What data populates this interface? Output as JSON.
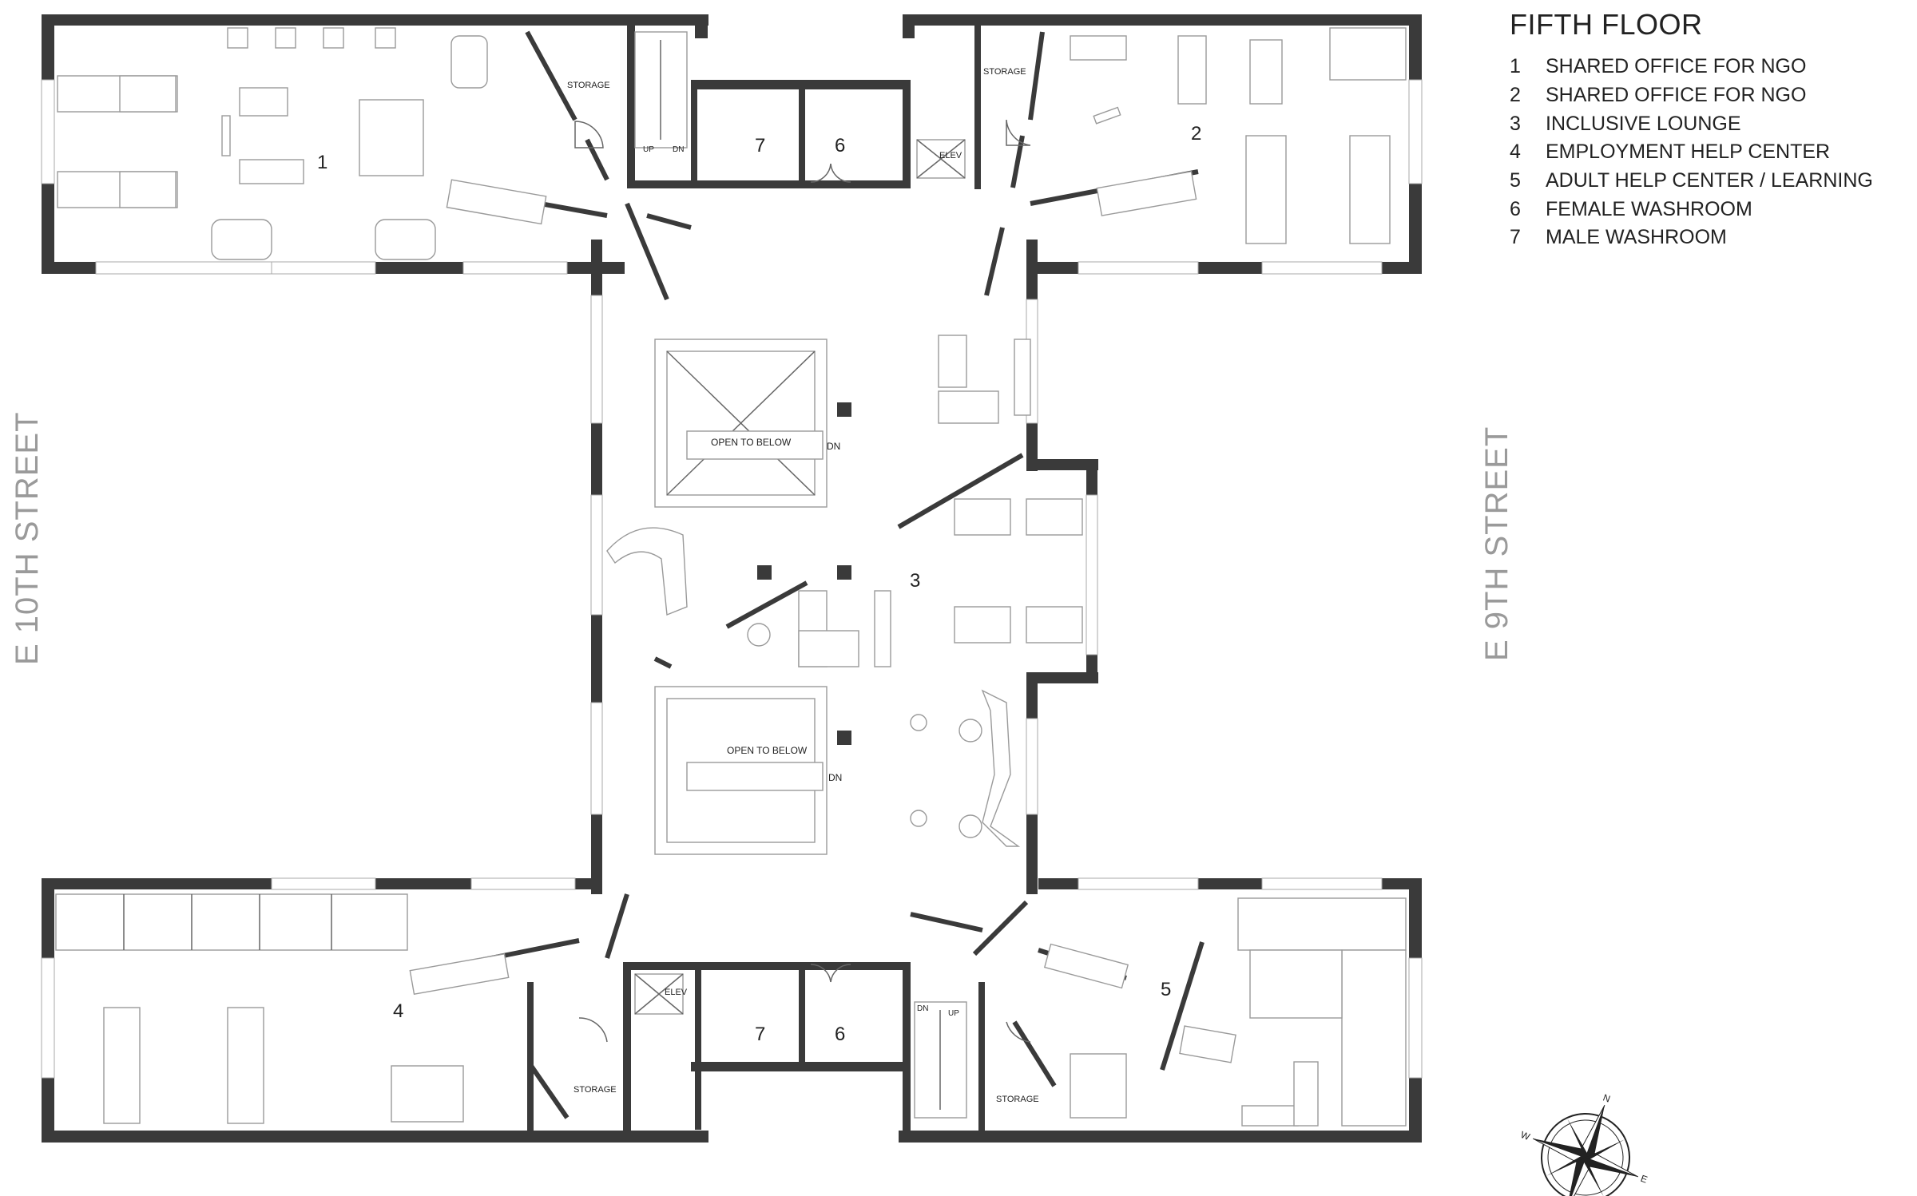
{
  "legend": {
    "title": "FIFTH FLOOR",
    "items": [
      {
        "num": "1",
        "label": "SHARED OFFICE FOR NGO"
      },
      {
        "num": "2",
        "label": "SHARED OFFICE FOR NGO"
      },
      {
        "num": "3",
        "label": "INCLUSIVE LOUNGE"
      },
      {
        "num": "4",
        "label": "EMPLOYMENT HELP CENTER"
      },
      {
        "num": "5",
        "label": "ADULT HELP CENTER / LEARNING"
      },
      {
        "num": "6",
        "label": "FEMALE WASHROOM"
      },
      {
        "num": "7",
        "label": "MALE WASHROOM"
      }
    ]
  },
  "streets": {
    "west": "E 10TH STREET",
    "east": "E 9TH STREET"
  },
  "rooms": {
    "r1": "1",
    "r2": "2",
    "r3": "3",
    "r4": "4",
    "r5": "5",
    "r6_top": "6",
    "r7_top": "7",
    "r6_bottom": "6",
    "r7_bottom": "7"
  },
  "labels": {
    "storage": "STORAGE",
    "elev": "ELEV",
    "up": "UP",
    "dn": "DN",
    "open_to_below": "OPEN TO BELOW"
  },
  "compass": {
    "n": "N",
    "e": "E",
    "w": "W"
  }
}
